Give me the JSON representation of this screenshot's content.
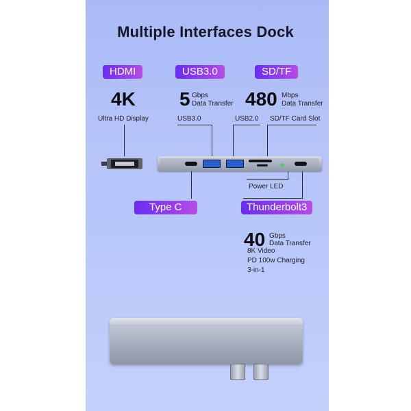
{
  "title": "Multiple Interfaces Dock",
  "tags": {
    "hdmi": "HDMI",
    "usb3": "USB3.0",
    "sdtf": "SD/TF",
    "typec": "Type C",
    "thunderbolt": "Thunderbolt3"
  },
  "specs": {
    "hdmi": {
      "value": "4K",
      "desc": "Ultra HD Display"
    },
    "usb3": {
      "value": "5",
      "unit": "Gbps",
      "desc": "Data Transfer"
    },
    "sdtf": {
      "value": "480",
      "unit": "Mbps",
      "desc": "Data Transfer"
    },
    "thunderbolt": {
      "value": "40",
      "unit": "Gbps",
      "desc": "Data Transfer",
      "features": [
        "8K Video",
        "PD 100w Charging",
        "3-in-1"
      ]
    }
  },
  "port_labels": {
    "usb3": "USB3.0",
    "usb2": "USB2.0",
    "card": "SD/TF Card Slot",
    "power_led": "Power LED"
  },
  "colors": {
    "background": "#b7c5f8",
    "tag_gradient_start": "#6a2cf0",
    "tag_gradient_end": "#b64de6",
    "usb_port": "#2a5cc9"
  }
}
